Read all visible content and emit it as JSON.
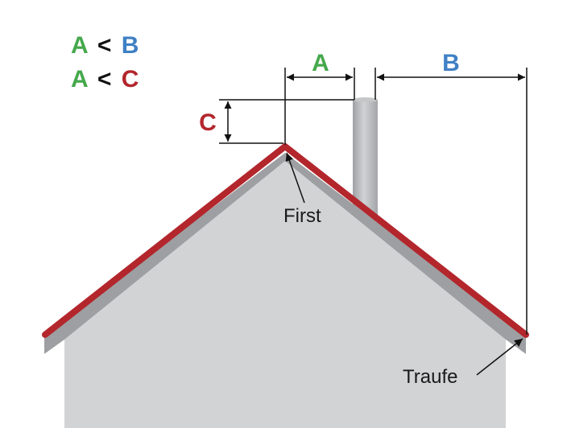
{
  "colors": {
    "green": "#45a84c",
    "blue": "#3f80c4",
    "red": "#b3262c",
    "house_wall": "#d2d3d4",
    "roof_shadow": "#9d9fa2",
    "chimney": "#b9bbbd",
    "line": "#111111"
  },
  "conditions": [
    {
      "left": "A",
      "op": "<",
      "right": "B"
    },
    {
      "left": "A",
      "op": "<",
      "right": "C"
    }
  ],
  "dimensions": {
    "a_label": "A",
    "b_label": "B",
    "c_label": "C"
  },
  "labels": {
    "first": "First",
    "traufe": "Traufe"
  }
}
